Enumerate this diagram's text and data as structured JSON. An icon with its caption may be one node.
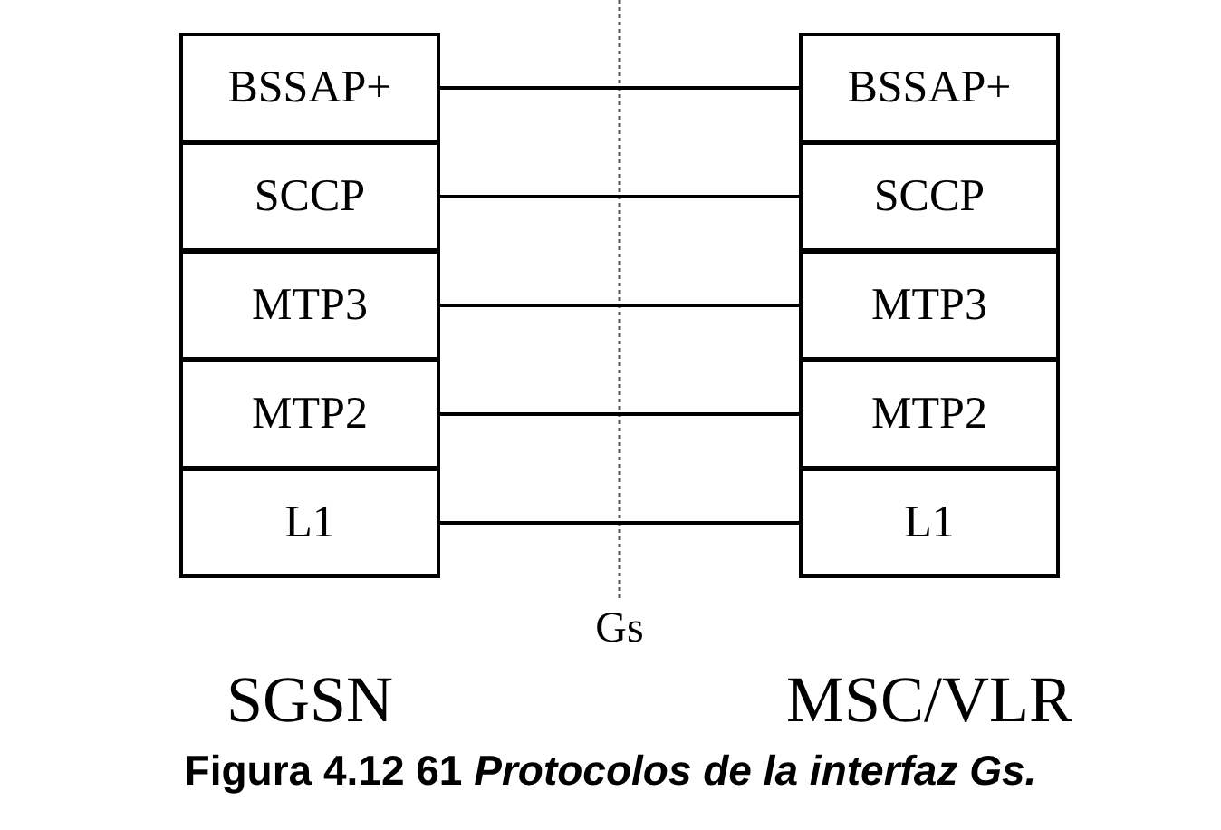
{
  "diagram": {
    "caption": "Figura 4.12 61 *Protocolos de la interfaz Gs.*",
    "nodes": [
      {
        "text": [
          "BSSAP+"
        ]
      },
      {
        "text": [
          "SCCP"
        ]
      },
      {
        "text": [
          "MTP3"
        ]
      },
      {
        "text": [
          "MTP2"
        ]
      },
      {
        "text": [
          "L1"
        ]
      },
      {
        "text": [
          "BSSAP+"
        ]
      },
      {
        "text": [
          "SCCP"
        ]
      },
      {
        "text": [
          "MTP3"
        ]
      },
      {
        "text": [
          "MTP2"
        ]
      },
      {
        "text": [
          "L1"
        ]
      }
    ],
    "edges": [
      {
        "from": 0,
        "to": 5,
        "arrow": "none"
      },
      {
        "from": 1,
        "to": 6,
        "arrow": "none"
      },
      {
        "from": 2,
        "to": 7,
        "arrow": "none"
      },
      {
        "from": 3,
        "to": 8,
        "arrow": "none"
      },
      {
        "from": 4,
        "to": 9,
        "arrow": "none"
      }
    ],
    "labels": [
      "Gs",
      "SGSN",
      "MSC/VLR"
    ]
  }
}
